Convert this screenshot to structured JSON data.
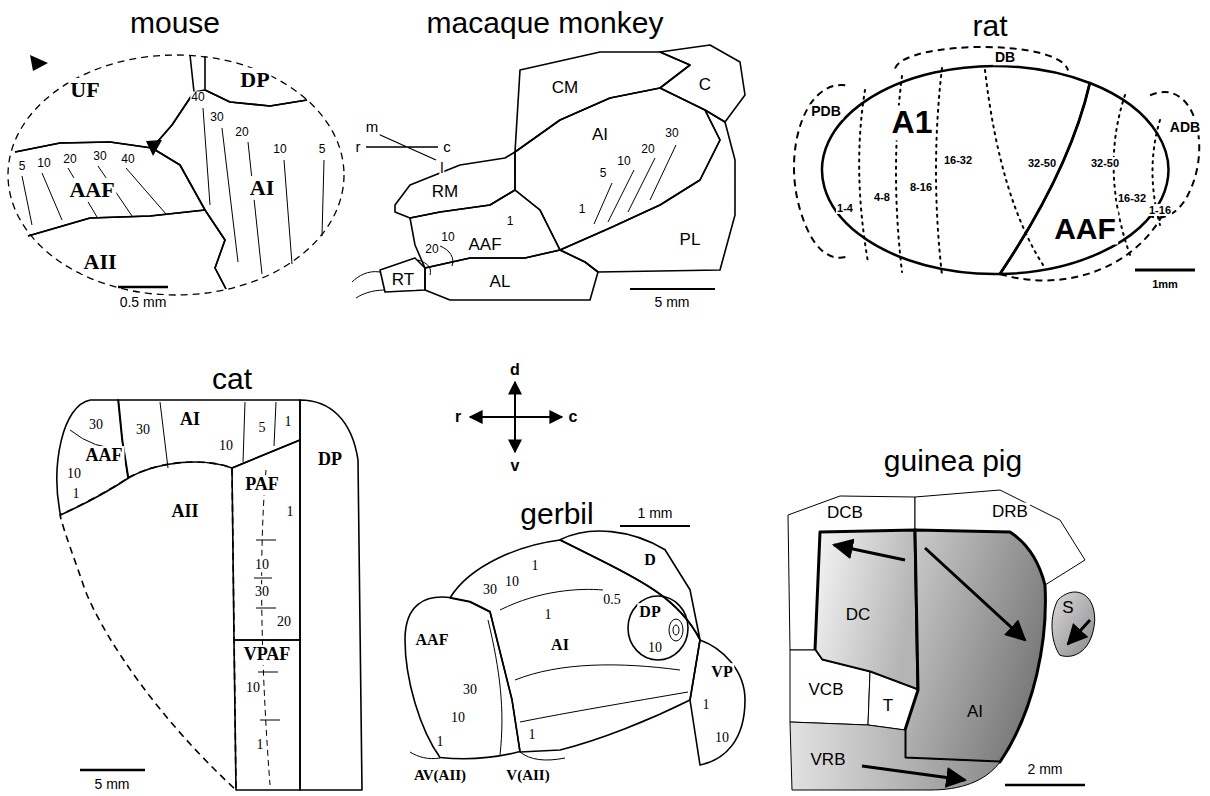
{
  "diagram": {
    "nodes": [
      {
        "text": [
          "UF"
        ]
      },
      {
        "text": [
          "DP"
        ]
      },
      {
        "text": [
          "AAF"
        ]
      },
      {
        "text": [
          "AI"
        ]
      },
      {
        "text": [
          "AII"
        ]
      },
      {
        "text": [
          "CM"
        ]
      },
      {
        "text": [
          "C"
        ]
      },
      {
        "text": [
          "RM"
        ]
      },
      {
        "text": [
          "AI"
        ]
      },
      {
        "text": [
          "AAF"
        ]
      },
      {
        "text": [
          "PL"
        ]
      },
      {
        "text": [
          "RT"
        ]
      },
      {
        "text": [
          "AL"
        ]
      },
      {
        "text": [
          "PDB"
        ]
      },
      {
        "text": [
          "DB"
        ]
      },
      {
        "text": [
          "A1"
        ]
      },
      {
        "text": [
          "ADB"
        ]
      },
      {
        "text": [
          "AAF"
        ]
      },
      {
        "text": [
          "AI"
        ]
      },
      {
        "text": [
          "AAF"
        ]
      },
      {
        "text": [
          "DP"
        ]
      },
      {
        "text": [
          "AII"
        ]
      },
      {
        "text": [
          "PAF"
        ]
      },
      {
        "text": [
          "VPAF"
        ]
      },
      {
        "text": [
          "D"
        ]
      },
      {
        "text": [
          "AAF"
        ]
      },
      {
        "text": [
          "AI"
        ]
      },
      {
        "text": [
          "DP"
        ]
      },
      {
        "text": [
          "VP"
        ]
      },
      {
        "text": [
          "DCB"
        ]
      },
      {
        "text": [
          "DRB"
        ]
      },
      {
        "text": [
          "DC"
        ]
      },
      {
        "text": [
          "S"
        ]
      },
      {
        "text": [
          "VCB"
        ]
      },
      {
        "text": [
          "T"
        ]
      },
      {
        "text": [
          "AI"
        ]
      },
      {
        "text": [
          "VRB"
        ]
      }
    ],
    "labels": [
      "mouse",
      "40",
      "30",
      "20",
      "10",
      "5",
      "5",
      "10",
      "20",
      "30",
      "40",
      "0.5 mm",
      "macaque monkey",
      "m",
      "r",
      "c",
      "l",
      "1",
      "5",
      "10",
      "20",
      "30",
      "1",
      "10",
      "20",
      "5 mm",
      "rat",
      "1-4",
      "4-8",
      "8-16",
      "16-32",
      "32-50",
      "32-50",
      "16-32",
      "1-16",
      "1mm",
      "d",
      "r",
      "c",
      "v",
      "cat",
      "30",
      "10",
      "1",
      "30",
      "10",
      "5",
      "1",
      "1",
      "10",
      "30",
      "20",
      "10",
      "1",
      "5 mm",
      "gerbil",
      "1 mm",
      "1",
      "30",
      "10",
      "1",
      "0.5",
      "10",
      "1",
      "10",
      "30",
      "10",
      "1",
      "1",
      "AV(AII)",
      "V(AII)",
      "guinea pig",
      "2 mm"
    ]
  }
}
